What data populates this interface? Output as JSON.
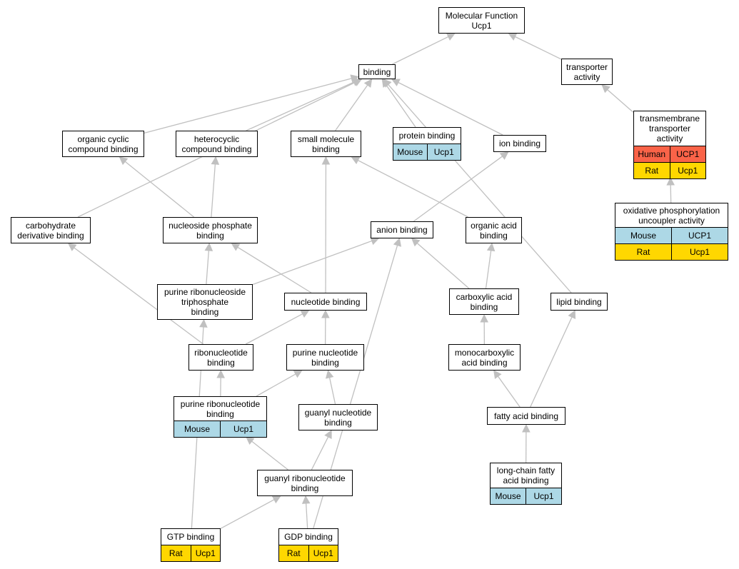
{
  "colors": {
    "edge": "#c0c0c0",
    "mouse": "#add8e6",
    "rat": "#ffd700",
    "human": "#fa6348",
    "node_fill": "#ffffff",
    "border": "#000000"
  },
  "nodes": [
    {
      "id": "molecular-function",
      "label": "Molecular Function\nUcp1",
      "rows": []
    },
    {
      "id": "binding",
      "label": "binding",
      "rows": []
    },
    {
      "id": "transporter-activity",
      "label": "transporter\nactivity",
      "rows": []
    },
    {
      "id": "transmembrane-transporter-activity",
      "label": "transmembrane\ntransporter\nactivity",
      "rows": [
        {
          "species": "Human",
          "gene": "UCP1",
          "color": "human"
        },
        {
          "species": "Rat",
          "gene": "Ucp1",
          "color": "rat"
        }
      ]
    },
    {
      "id": "organic-cyclic-compound-binding",
      "label": "organic cyclic\ncompound binding",
      "rows": []
    },
    {
      "id": "heterocyclic-compound-binding",
      "label": "heterocyclic\ncompound binding",
      "rows": []
    },
    {
      "id": "small-molecule-binding",
      "label": "small molecule\nbinding",
      "rows": []
    },
    {
      "id": "protein-binding",
      "label": "protein binding",
      "rows": [
        {
          "species": "Mouse",
          "gene": "Ucp1",
          "color": "mouse"
        }
      ]
    },
    {
      "id": "ion-binding",
      "label": "ion binding",
      "rows": []
    },
    {
      "id": "oxidative-phosphorylation-uncoupler-activity",
      "label": "oxidative phosphorylation\nuncoupler activity",
      "rows": [
        {
          "species": "Mouse",
          "gene": "UCP1",
          "color": "mouse"
        },
        {
          "species": "Rat",
          "gene": "Ucp1",
          "color": "rat"
        }
      ]
    },
    {
      "id": "carbohydrate-derivative-binding",
      "label": "carbohydrate\nderivative binding",
      "rows": []
    },
    {
      "id": "nucleoside-phosphate-binding",
      "label": "nucleoside phosphate\nbinding",
      "rows": []
    },
    {
      "id": "anion-binding",
      "label": "anion binding",
      "rows": []
    },
    {
      "id": "organic-acid-binding",
      "label": "organic acid\nbinding",
      "rows": []
    },
    {
      "id": "purine-ribonucleoside-triphosphate-binding",
      "label": "purine ribonucleoside\ntriphosphate\nbinding",
      "rows": []
    },
    {
      "id": "nucleotide-binding",
      "label": "nucleotide binding",
      "rows": []
    },
    {
      "id": "carboxylic-acid-binding",
      "label": "carboxylic acid\nbinding",
      "rows": []
    },
    {
      "id": "lipid-binding",
      "label": "lipid binding",
      "rows": []
    },
    {
      "id": "ribonucleotide-binding",
      "label": "ribonucleotide\nbinding",
      "rows": []
    },
    {
      "id": "purine-nucleotide-binding",
      "label": "purine nucleotide\nbinding",
      "rows": []
    },
    {
      "id": "monocarboxylic-acid-binding",
      "label": "monocarboxylic\nacid binding",
      "rows": []
    },
    {
      "id": "purine-ribonucleotide-binding",
      "label": "purine ribonucleotide\nbinding",
      "rows": [
        {
          "species": "Mouse",
          "gene": "Ucp1",
          "color": "mouse"
        }
      ]
    },
    {
      "id": "guanyl-nucleotide-binding",
      "label": "guanyl nucleotide\nbinding",
      "rows": []
    },
    {
      "id": "fatty-acid-binding",
      "label": "fatty acid binding",
      "rows": []
    },
    {
      "id": "guanyl-ribonucleotide-binding",
      "label": "guanyl ribonucleotide\nbinding",
      "rows": []
    },
    {
      "id": "long-chain-fatty-acid-binding",
      "label": "long-chain fatty\nacid binding",
      "rows": [
        {
          "species": "Mouse",
          "gene": "Ucp1",
          "color": "mouse"
        }
      ]
    },
    {
      "id": "gtp-binding",
      "label": "GTP binding",
      "rows": [
        {
          "species": "Rat",
          "gene": "Ucp1",
          "color": "rat"
        }
      ]
    },
    {
      "id": "gdp-binding",
      "label": "GDP binding",
      "rows": [
        {
          "species": "Rat",
          "gene": "Ucp1",
          "color": "rat"
        }
      ]
    }
  ],
  "edges": [
    {
      "from": "binding",
      "to": "molecular-function"
    },
    {
      "from": "transporter-activity",
      "to": "molecular-function"
    },
    {
      "from": "transmembrane-transporter-activity",
      "to": "transporter-activity"
    },
    {
      "from": "oxidative-phosphorylation-uncoupler-activity",
      "to": "transmembrane-transporter-activity"
    },
    {
      "from": "organic-cyclic-compound-binding",
      "to": "binding"
    },
    {
      "from": "heterocyclic-compound-binding",
      "to": "binding"
    },
    {
      "from": "small-molecule-binding",
      "to": "binding"
    },
    {
      "from": "protein-binding",
      "to": "binding"
    },
    {
      "from": "ion-binding",
      "to": "binding"
    },
    {
      "from": "carbohydrate-derivative-binding",
      "to": "binding"
    },
    {
      "from": "lipid-binding",
      "to": "binding"
    },
    {
      "from": "nucleoside-phosphate-binding",
      "to": "organic-cyclic-compound-binding"
    },
    {
      "from": "nucleoside-phosphate-binding",
      "to": "heterocyclic-compound-binding"
    },
    {
      "from": "anion-binding",
      "to": "ion-binding"
    },
    {
      "from": "organic-acid-binding",
      "to": "small-molecule-binding"
    },
    {
      "from": "purine-ribonucleoside-triphosphate-binding",
      "to": "anion-binding"
    },
    {
      "from": "purine-ribonucleoside-triphosphate-binding",
      "to": "nucleoside-phosphate-binding"
    },
    {
      "from": "nucleotide-binding",
      "to": "small-molecule-binding"
    },
    {
      "from": "nucleotide-binding",
      "to": "nucleoside-phosphate-binding"
    },
    {
      "from": "carboxylic-acid-binding",
      "to": "organic-acid-binding"
    },
    {
      "from": "carboxylic-acid-binding",
      "to": "anion-binding"
    },
    {
      "from": "ribonucleotide-binding",
      "to": "carbohydrate-derivative-binding"
    },
    {
      "from": "ribonucleotide-binding",
      "to": "nucleotide-binding"
    },
    {
      "from": "purine-nucleotide-binding",
      "to": "nucleotide-binding"
    },
    {
      "from": "monocarboxylic-acid-binding",
      "to": "carboxylic-acid-binding"
    },
    {
      "from": "purine-ribonucleotide-binding",
      "to": "ribonucleotide-binding"
    },
    {
      "from": "purine-ribonucleotide-binding",
      "to": "purine-nucleotide-binding"
    },
    {
      "from": "guanyl-nucleotide-binding",
      "to": "purine-nucleotide-binding"
    },
    {
      "from": "fatty-acid-binding",
      "to": "monocarboxylic-acid-binding"
    },
    {
      "from": "fatty-acid-binding",
      "to": "lipid-binding"
    },
    {
      "from": "guanyl-ribonucleotide-binding",
      "to": "purine-ribonucleotide-binding"
    },
    {
      "from": "guanyl-ribonucleotide-binding",
      "to": "guanyl-nucleotide-binding"
    },
    {
      "from": "long-chain-fatty-acid-binding",
      "to": "fatty-acid-binding"
    },
    {
      "from": "gtp-binding",
      "to": "guanyl-ribonucleotide-binding"
    },
    {
      "from": "gtp-binding",
      "to": "purine-ribonucleoside-triphosphate-binding"
    },
    {
      "from": "gdp-binding",
      "to": "guanyl-ribonucleotide-binding"
    },
    {
      "from": "gdp-binding",
      "to": "anion-binding"
    }
  ]
}
